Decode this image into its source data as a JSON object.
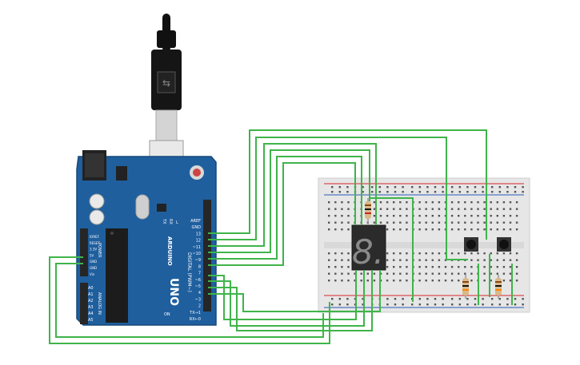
{
  "arduino": {
    "board_name": "UNO",
    "brand": "ARDUINO",
    "digital_header_label": "DIGITAL (PWM~)",
    "power_label": "POWER",
    "analog_label": "ANALOG IN",
    "on_label": "ON",
    "tx_label": "TX",
    "rx_label": "RX",
    "l_label": "L",
    "digital_pins": [
      "AREF",
      "GND",
      "13",
      "12",
      "~11",
      "~10",
      "~9",
      "8",
      "7",
      "~6",
      "~5",
      "4",
      "~3",
      "2",
      "TX→1",
      "RX←0"
    ],
    "power_pins": [
      "IOREF",
      "RESET",
      "3.3V",
      "5V",
      "GND",
      "GND",
      "Vin"
    ],
    "analog_pins": [
      "A0",
      "A1",
      "A2",
      "A3",
      "A4",
      "A5"
    ]
  },
  "seven_segment": {
    "digit": "8."
  },
  "colors": {
    "wire": "#3fb44a",
    "board": "#1f5f9e",
    "breadboard": "#e6e6e6",
    "rail_red": "#d9262b",
    "rail_blue": "#2a58b5"
  }
}
